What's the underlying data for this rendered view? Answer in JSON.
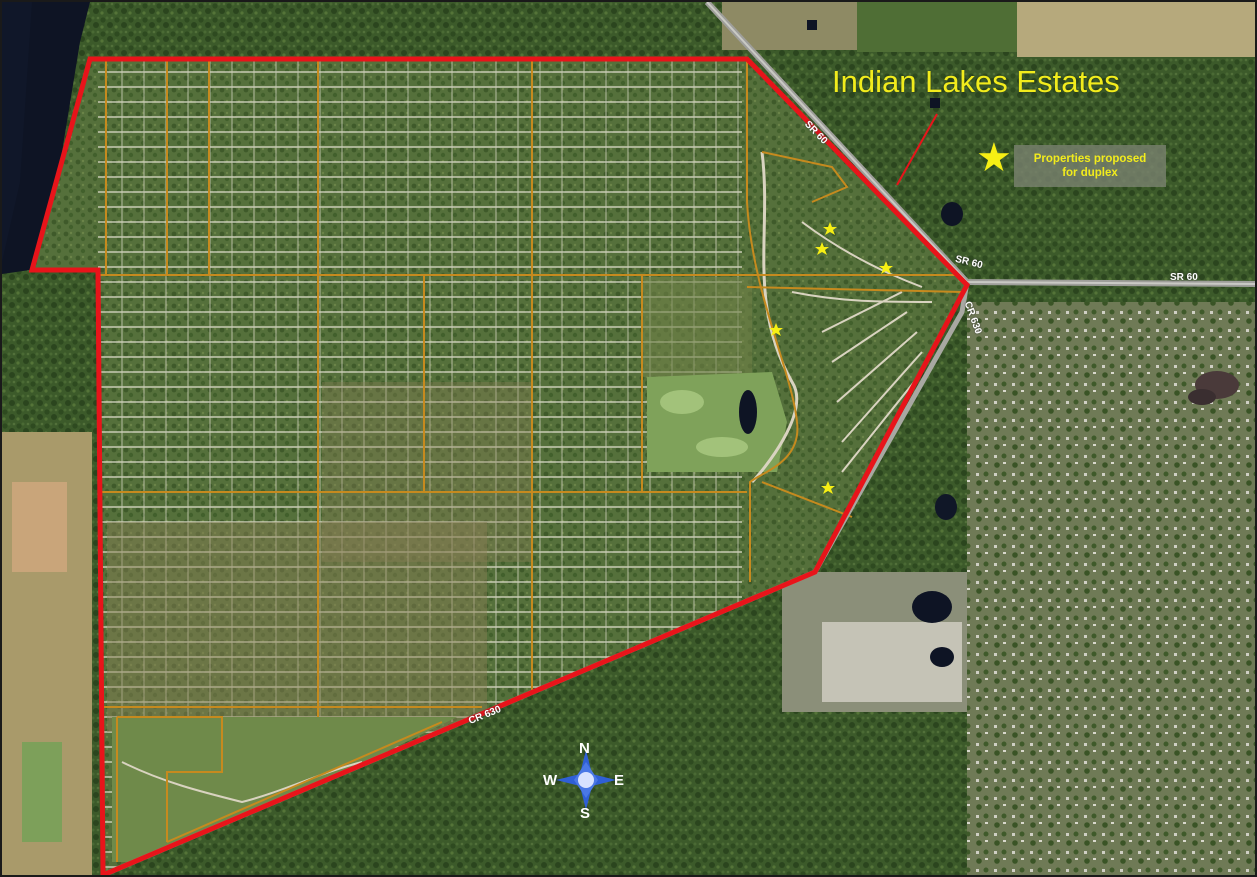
{
  "map": {
    "title": "Indian Lakes Estates",
    "legend": {
      "icon": "star-icon",
      "line1": "Properties proposed",
      "line2": "for duplex",
      "color": "#f7ef14"
    },
    "roads": {
      "sr60_a": "SR 60",
      "sr60_b": "SR 60",
      "sr60_c": "SR 60",
      "cr630_a": "CR 630",
      "cr630_b": "CR 630"
    },
    "compass": {
      "north": "N",
      "south": "S",
      "east": "E",
      "west": "W"
    },
    "colors": {
      "boundary": "#e8141a",
      "parcel_roads": "#c68a1e",
      "title_text": "#f2ec1c",
      "water": "#0e1424",
      "vegetation": "#3f5a2c"
    }
  }
}
